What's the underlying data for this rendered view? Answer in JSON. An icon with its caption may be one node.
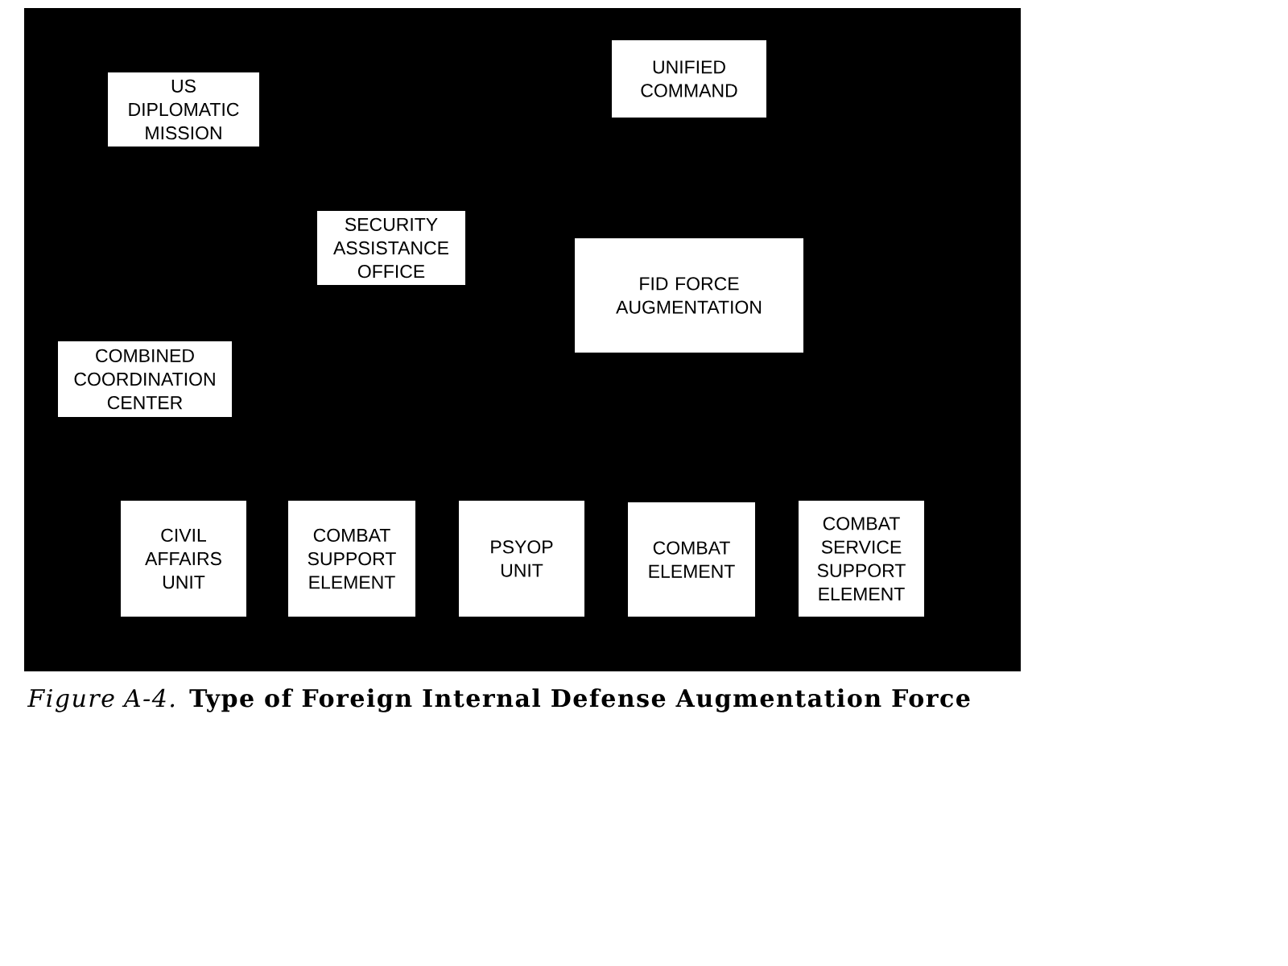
{
  "diagram": {
    "caption": "*Figure A-4.* **Type of Foreign Internal Defense Augmentation Force**",
    "nodes": [
      {
        "text": [
          "US DIPLOMATIC MISSION"
        ]
      },
      {
        "text": [
          "UNIFIED COMMAND"
        ]
      },
      {
        "text": [
          "SECURITY ASSISTANCE OFFICE"
        ]
      },
      {
        "text": [
          "FID FORCE AUGMENTATION"
        ]
      },
      {
        "text": [
          "COMBINED COORDINATION CENTER"
        ]
      },
      {
        "text": [
          "CIVIL AFFAIRS UNIT"
        ]
      },
      {
        "text": [
          "COMBAT SUPPORT ELEMENT"
        ]
      },
      {
        "text": [
          "PSYOP UNIT"
        ]
      },
      {
        "text": [
          "COMBAT ELEMENT"
        ]
      },
      {
        "text": [
          "COMBAT SERVICE SUPPORT ELEMENT"
        ]
      }
    ]
  }
}
